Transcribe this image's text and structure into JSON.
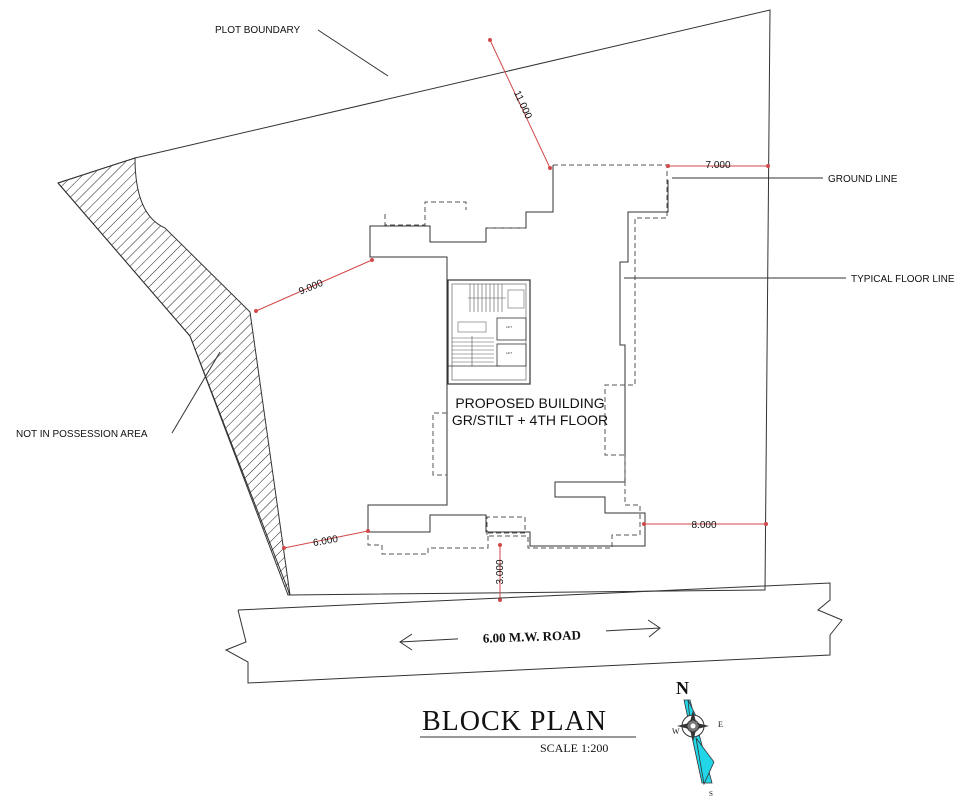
{
  "labels": {
    "plot_boundary": "PLOT BOUNDARY",
    "ground_line": "GROUND LINE",
    "typical_floor_line": "TYPICAL FLOOR LINE",
    "not_in_possession": "NOT IN POSSESSION AREA"
  },
  "building": {
    "line1": "PROPOSED BUILDING",
    "line2": "GR/STILT + 4TH FLOOR",
    "lift1": "LIFT",
    "lift2": "LIFT"
  },
  "dimensions": {
    "top": "11.000",
    "top_right": "7.000",
    "left": "9.000",
    "bottom_left": "6.000",
    "bottom": "3.000",
    "right": "8.000"
  },
  "road": {
    "label": "6.00 M.W. ROAD"
  },
  "title": {
    "main": "BLOCK PLAN",
    "scale": "SCALE 1:200"
  },
  "compass": {
    "north": "N",
    "east": "E",
    "west": "W",
    "south": "S"
  },
  "colors": {
    "dimension_line": "#d24a4a",
    "compass_fill": "#22d6e8",
    "drawing_line": "#333333"
  }
}
